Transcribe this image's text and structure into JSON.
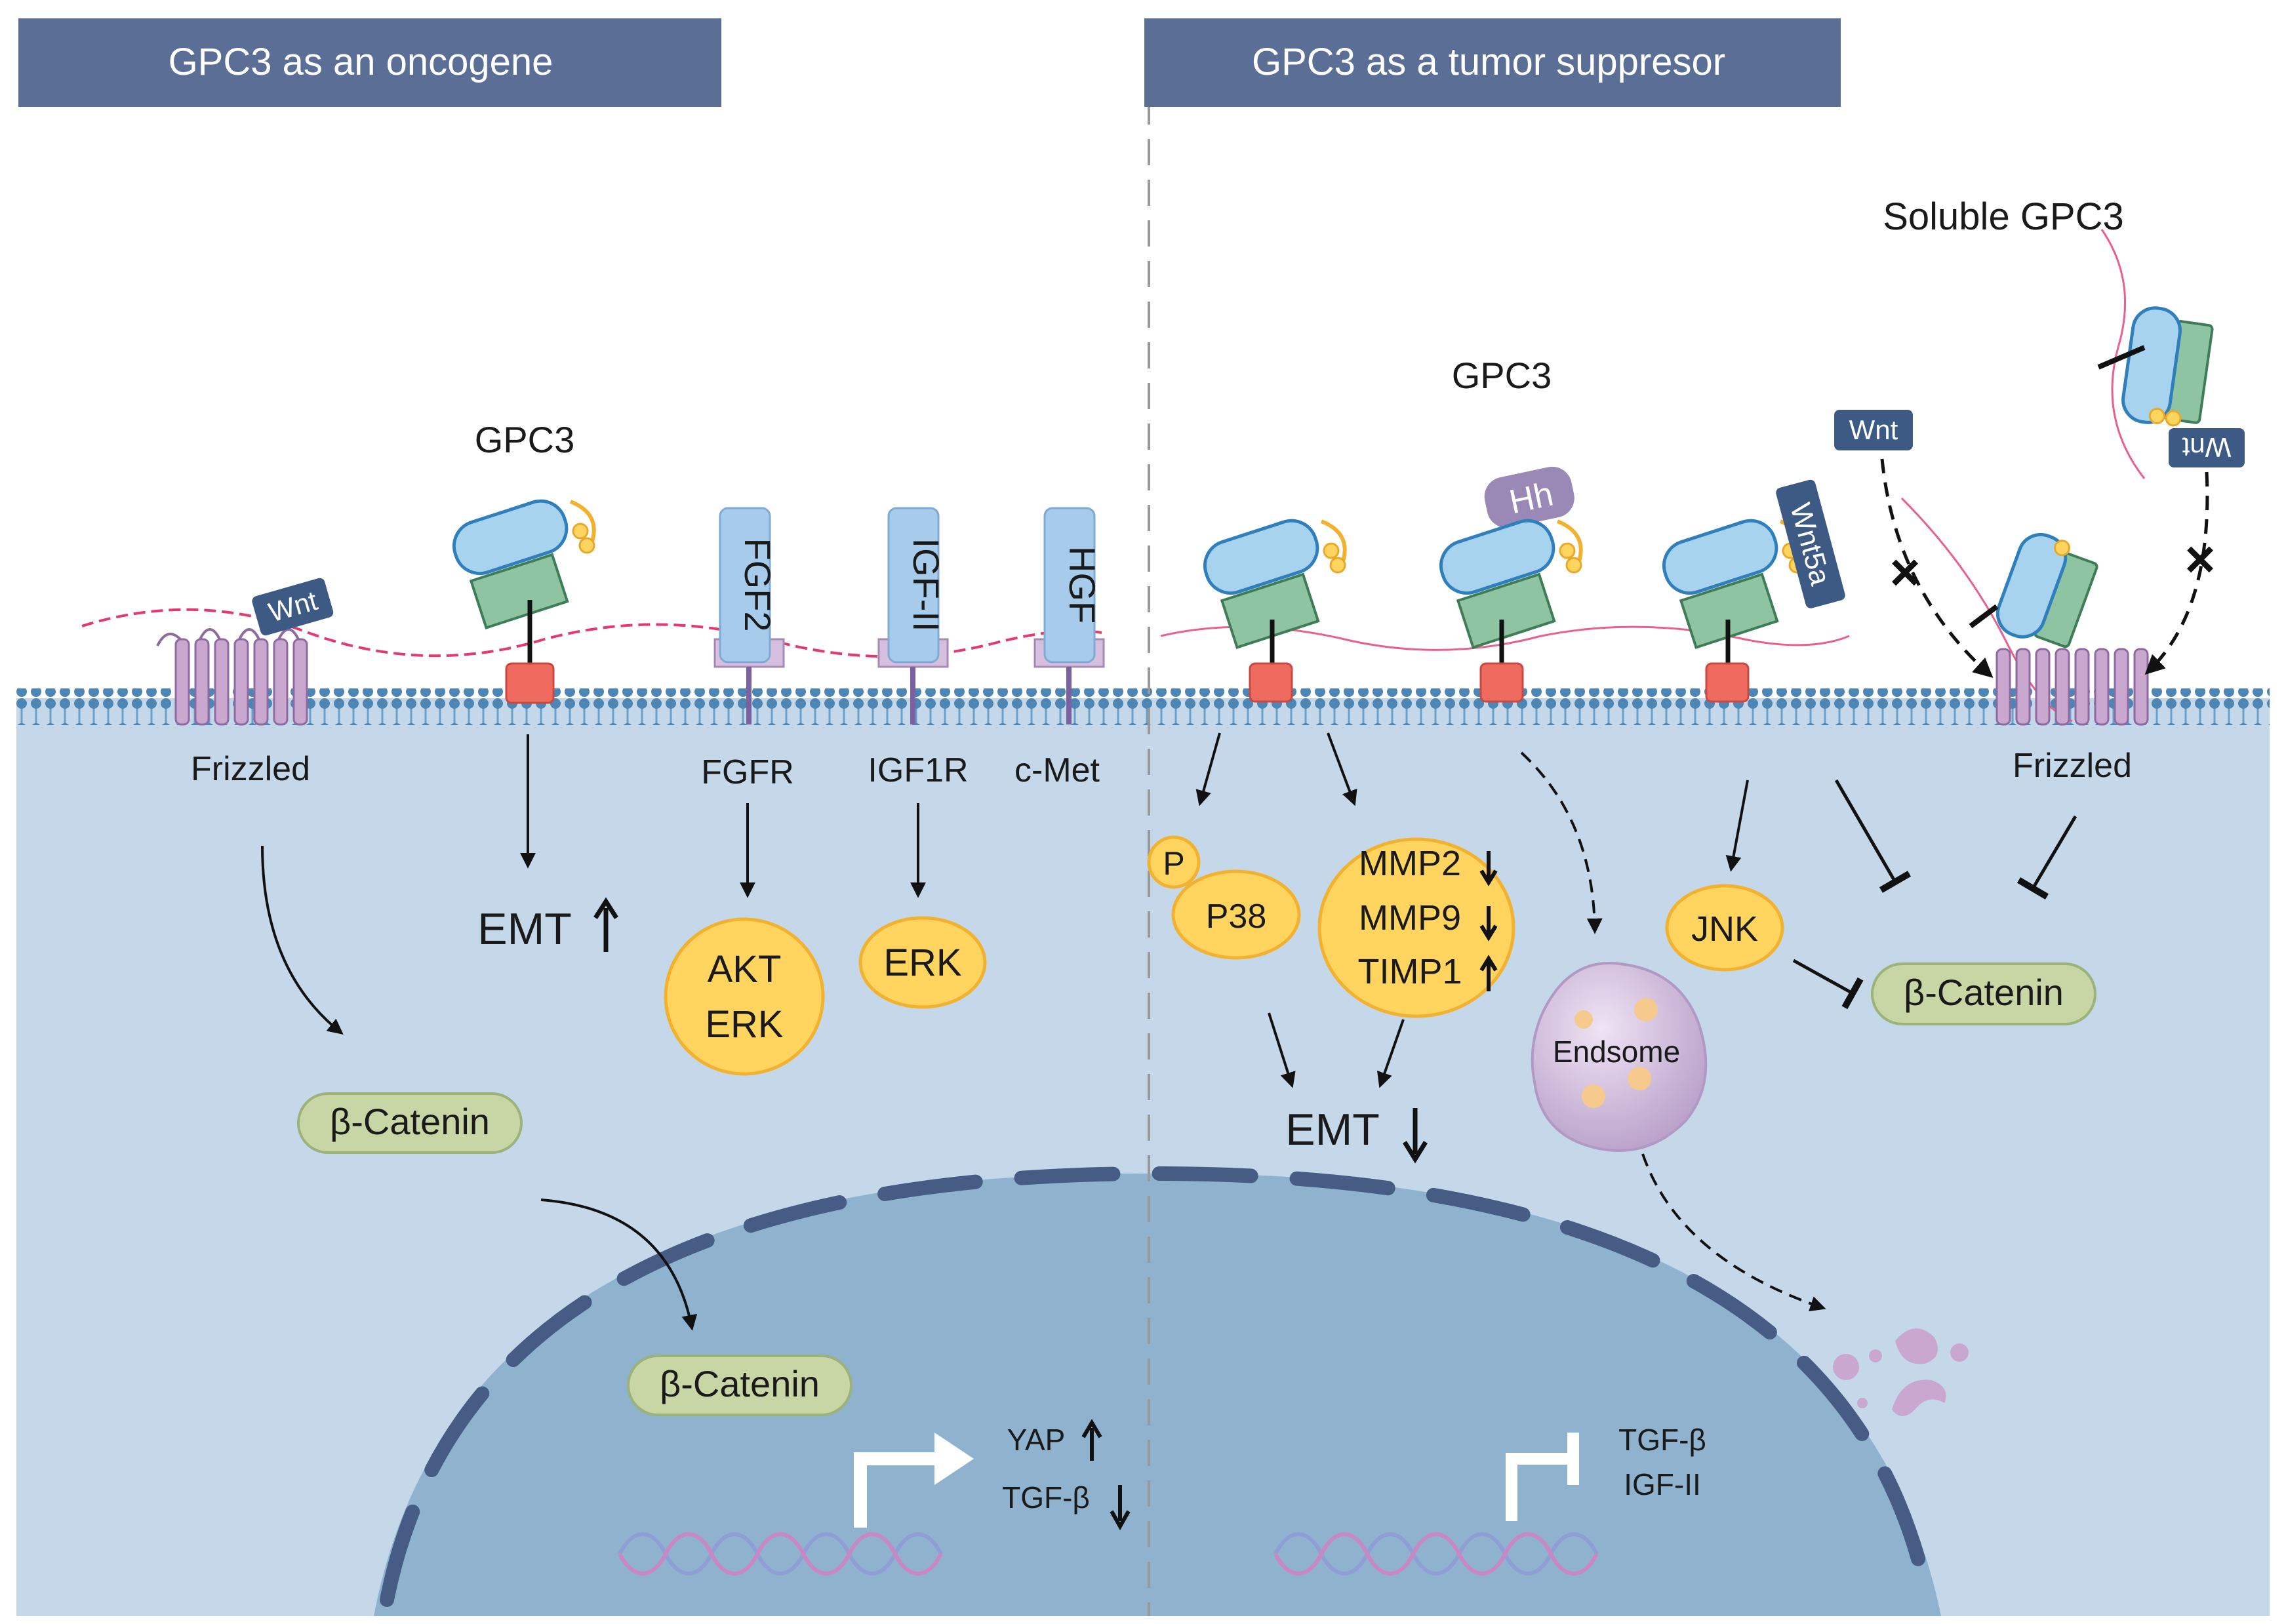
{
  "headers": {
    "oncogene": "GPC3 as an oncogene",
    "suppressor": "GPC3 as a tumor suppresor"
  },
  "left": {
    "gpc3": "GPC3",
    "wnt": "Wnt",
    "frizzled": "Frizzled",
    "fgf2": "FGF2",
    "igf2": "IGF-II",
    "hgf": "HGF",
    "fgfr": "FGFR",
    "igf1r": "IGF1R",
    "cmet": "c-Met",
    "emt": "EMT",
    "akt": "AKT",
    "erk_a": "ERK",
    "erk_b": "ERK",
    "catenin_cyto": "β-Catenin",
    "catenin_nuc": "β-Catenin",
    "yap": "YAP",
    "tgfb": "TGF-β"
  },
  "right": {
    "gpc3": "GPC3",
    "soluble": "Soluble GPC3",
    "wnt": "Wnt",
    "wnt_inv": "Wnt",
    "hh": "Hh",
    "wnt5a": "Wnt5a",
    "frizzled": "Frizzled",
    "p": "P",
    "p38": "P38",
    "mmp2": "MMP2",
    "mmp9": "MMP9",
    "timp1": "TIMP1",
    "emt": "EMT",
    "endosome": "Endsome",
    "jnk": "JNK",
    "catenin": "β-Catenin",
    "tgfb": "TGF-β",
    "igf2": "IGF-II",
    "cross": "×"
  },
  "colors": {
    "header": "#5b6e96",
    "cytoplasm": "#c5d8ea",
    "nucleus": "#8fb3cf",
    "nuc_border": "#465c84",
    "membrane_head": "#4d86b5",
    "yellow": "#ffd45f",
    "yellow_border": "#f2b230",
    "green_pill": "#c7d6a4",
    "blue_prot": "#a7d3ef",
    "green_prot": "#8fc4a3",
    "red_anchor": "#ef6b5f",
    "purple": "#c9a7cf",
    "dna_a": "#8f9fd6",
    "dna_b": "#c987c3"
  }
}
